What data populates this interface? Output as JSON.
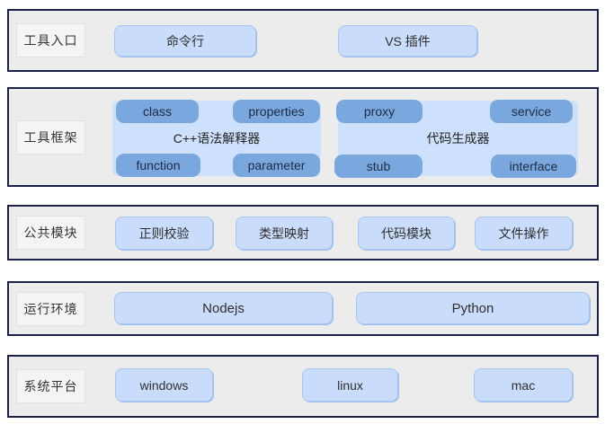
{
  "colors": {
    "band_background": "#ececec",
    "band_border": "#1b2148",
    "button_fill": "#c9dcfb",
    "button_border": "#a8c7f0",
    "group_fill": "#cde1fd",
    "tab_fill": "#7aa8de",
    "tab_text": "#1e2a44",
    "label_text": "#333333"
  },
  "rows": [
    {
      "label": "工具入口",
      "buttons": [
        "命令行",
        "VS 插件"
      ]
    },
    {
      "label": "工具框架",
      "groups": [
        {
          "title": "C++语法解释器",
          "tabs": [
            "class",
            "properties",
            "function",
            "parameter"
          ]
        },
        {
          "title": "代码生成器",
          "tabs": [
            "proxy",
            "service",
            "stub",
            "interface"
          ]
        }
      ]
    },
    {
      "label": "公共模块",
      "buttons": [
        "正则校验",
        "类型映射",
        "代码模块",
        "文件操作"
      ]
    },
    {
      "label": "运行环境",
      "buttons": [
        "Nodejs",
        "Python"
      ]
    },
    {
      "label": "系统平台",
      "buttons": [
        "windows",
        "linux",
        "mac"
      ]
    }
  ]
}
